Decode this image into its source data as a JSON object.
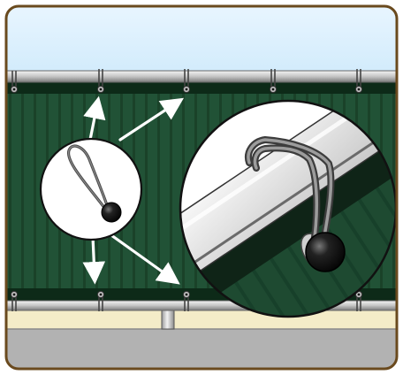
{
  "illustration": {
    "subject": "privacy-screen-ball-bungee-attachment",
    "grommet_count_top": 5,
    "grommet_count_bottom": 5,
    "arrow_count": 4,
    "callouts": [
      "bungee-detail-circle",
      "rail-attachment-magnified-circle"
    ]
  },
  "colors": {
    "frame_border": "#6a4a1e",
    "sky_top": "#eaf6ff",
    "sky_bottom": "#6ec0ef",
    "screen_green": "#215236",
    "screen_stripe": "#1a4229",
    "hem_dark": "#0d2a18",
    "rail_light": "#eeeeee",
    "rail_mid": "#c4c4c4",
    "rail_dark": "#7a7a7a",
    "ground_cream": "#f4ecc8",
    "ground_gray": "#b2b2b2",
    "arrow": "#ffffff",
    "bungee_cord": "#585858",
    "ball": "#111111"
  }
}
